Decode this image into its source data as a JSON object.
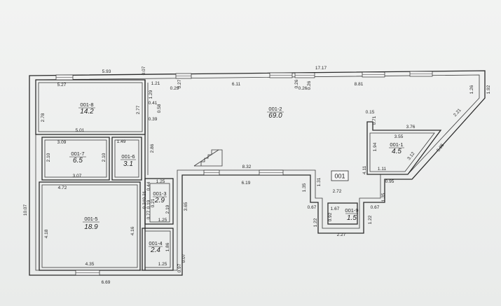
{
  "rooms": [
    {
      "id": "001-8",
      "area": "14.2"
    },
    {
      "id": "001-2",
      "area": "69.0"
    },
    {
      "id": "001-7",
      "area": "6.5"
    },
    {
      "id": "001-6",
      "area": "3.1"
    },
    {
      "id": "001-3",
      "area": "2.9"
    },
    {
      "id": "001-5",
      "area": "18.9"
    },
    {
      "id": "001-4",
      "area": "2.4"
    },
    {
      "id": "001-1",
      "area": "4.5"
    },
    {
      "id": "001-9",
      "area": "1.5"
    }
  ],
  "plan_label": "001",
  "dims": [
    "5.93",
    "0.07",
    "17.17",
    "5.27",
    "1.21",
    "0.27",
    "0.29",
    "6.11",
    "0.26",
    "0.26",
    "0.26",
    "8.81",
    "1.26",
    "1.92",
    "1.29",
    "0.41",
    "0.58",
    "0.39",
    "2.77",
    "2.78",
    "5.01",
    "2.21",
    "0.15",
    "0.71",
    "3.76",
    "3.55",
    "1.94",
    "3.12",
    "5.85",
    "1.11",
    "4.11",
    "3.09",
    "1.49",
    "2.10",
    "2.10",
    "2.86",
    "3.07",
    "8.32",
    "1.25",
    "0.44",
    "0.21",
    "0.24",
    "0.19",
    "0.21",
    "0.95",
    "6.19",
    "1.31",
    "2.72",
    "1.35",
    "4.72",
    "1.35",
    "0.67",
    "1.67",
    "0.67",
    "0.77",
    "2.19",
    "3.65",
    "1.22",
    "0.92",
    "1.22",
    "1.25",
    "2.27",
    "4.18",
    "4.16",
    "1.86",
    "10.07",
    "0.07",
    "4.35",
    "1.25",
    "0.97",
    "6.69"
  ]
}
